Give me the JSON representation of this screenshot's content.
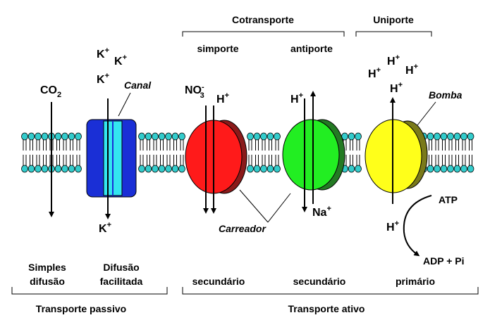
{
  "top_labels": {
    "cotransporte": "Cotransporte",
    "uniporte": "Uniporte",
    "simporte": "simporte",
    "antiporte": "antiporte"
  },
  "ions": {
    "co2": "CO",
    "co2_sub": "2",
    "k": "K",
    "plus": "+",
    "no3": "NO",
    "no3_sub": "3",
    "no3_sup": "-",
    "h": "H",
    "na": "Na",
    "atp": "ATP",
    "adp_pi": "ADP + Pi"
  },
  "structure_labels": {
    "canal": "Canal",
    "bomba": "Bomba",
    "carreador": "Carreador"
  },
  "bottom_labels": {
    "simples_line1": "Simples",
    "simples_line2": "difusão",
    "facilitada_line1": "Difusão",
    "facilitada_line2": "facilitada",
    "secundario": "secundário",
    "primario": "primário",
    "passivo": "Transporte passivo",
    "ativo": "Transporte ativo"
  },
  "colors": {
    "lipid_head": "#33cccc",
    "channel_dark": "#1a2fd6",
    "channel_light": "#33e6f0",
    "carrier_red": "#ff1a1a",
    "carrier_red_dark": "#8b1a1a",
    "carrier_green": "#22ee22",
    "carrier_green_dark": "#237a23",
    "pump_yellow": "#ffff1a",
    "pump_olive": "#7a7a1a"
  }
}
